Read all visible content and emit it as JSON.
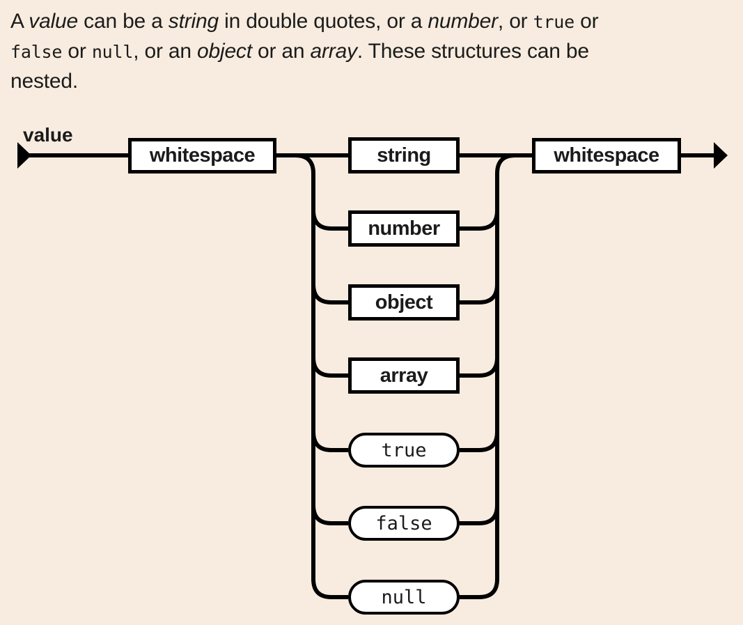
{
  "page": {
    "background_color": "#f7ecdf",
    "line_color": "#000000",
    "box_background": "#ffffff"
  },
  "intro": {
    "lines": [
      [
        {
          "t": "A ",
          "s": "n"
        },
        {
          "t": "value",
          "s": "i"
        },
        {
          "t": " can be a ",
          "s": "n"
        },
        {
          "t": "string",
          "s": "i"
        },
        {
          "t": " in double quotes, or a ",
          "s": "n"
        },
        {
          "t": "number",
          "s": "i"
        },
        {
          "t": ", or ",
          "s": "n"
        },
        {
          "t": "true",
          "s": "m"
        },
        {
          "t": " or",
          "s": "n"
        }
      ],
      [
        {
          "t": "false",
          "s": "m"
        },
        {
          "t": " or ",
          "s": "n"
        },
        {
          "t": "null",
          "s": "m"
        },
        {
          "t": ", or an ",
          "s": "n"
        },
        {
          "t": "object",
          "s": "i"
        },
        {
          "t": " or an ",
          "s": "n"
        },
        {
          "t": "array",
          "s": "i"
        },
        {
          "t": ". These structures can be",
          "s": "n"
        }
      ],
      [
        {
          "t": "nested.",
          "s": "n"
        }
      ]
    ]
  },
  "diagram": {
    "rule_name": "value",
    "nodes": {
      "whitespace_left": "whitespace",
      "string": "string",
      "number": "number",
      "object": "object",
      "array": "array",
      "true_literal": "true",
      "false_literal": "false",
      "null_literal": "null",
      "whitespace_right": "whitespace"
    }
  }
}
